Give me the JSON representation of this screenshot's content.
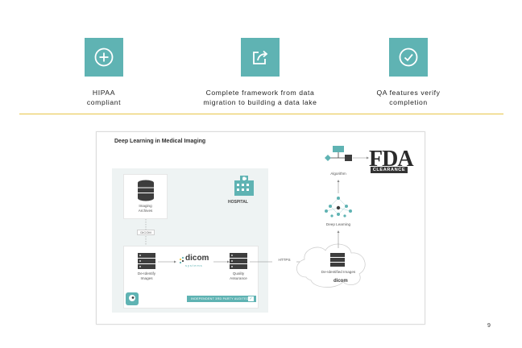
{
  "features": [
    {
      "icon": "plus-circle-icon",
      "caption": "HIPAA\ncompliant"
    },
    {
      "icon": "share-export-icon",
      "caption": "Complete framework from data\nmigration to building a data lake"
    },
    {
      "icon": "check-circle-icon",
      "caption": "QA features verify\ncompletion"
    }
  ],
  "diagram": {
    "title": "Deep Learning in Medical Imaging",
    "nodes": {
      "imaging_archives": "Imaging\nArchives",
      "hospital": "HOSPITAL",
      "dicom_connector": "DICOM",
      "deidentify": "De-Identify\nImages",
      "quality_assurance": "Quality\nAssurance",
      "https": "HTTPS",
      "deidentified_images": "De-Identified Images",
      "deep_learning": "Deep Learning",
      "algorithm": "Algorithm"
    },
    "dicom_logo": {
      "word": "dicom",
      "sub": "systems"
    },
    "badge": "INDEPENDENT 3RD PARTY AUDITED",
    "fda": {
      "mark": "FDA",
      "clearance": "CLEARANCE"
    }
  },
  "colors": {
    "accent": "#5fb3b3",
    "rule": "#e8c547"
  },
  "page_number": "9"
}
